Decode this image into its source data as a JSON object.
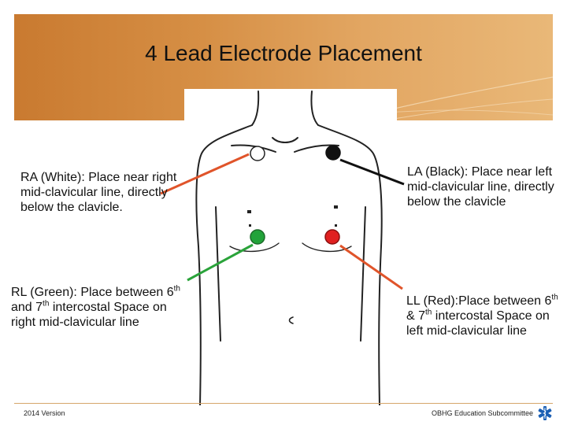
{
  "slide": {
    "title": "4 Lead Electrode Placement",
    "footer_left": "2014 Version",
    "footer_right": "OBHG Education Subcommittee"
  },
  "electrodes": [
    {
      "id": "RA",
      "color_name": "White",
      "fill": "#ffffff",
      "lead_color": "#e0542a"
    },
    {
      "id": "LA",
      "color_name": "Black",
      "fill": "#111111",
      "lead_color": "#111111"
    },
    {
      "id": "RL",
      "color_name": "Green",
      "fill": "#22a33a",
      "lead_color": "#2aa33a"
    },
    {
      "id": "LL",
      "color_name": "Red",
      "fill": "#e02020",
      "lead_color": "#e0542a"
    }
  ],
  "callouts": {
    "ra_text": "RA (White): Place near right mid-clavicular line,  directly below the clavicle.",
    "la_text": "LA (Black): Place near left mid-clavicular line, directly below the clavicle",
    "rl_a": "RL (Green): Place between 6",
    "rl_sup1": "th",
    "rl_b": " and 7",
    "rl_sup2": "th",
    "rl_c": " intercostal Space on right mid-clavicular line",
    "ll_a": "LL (Red):Place between 6",
    "ll_sup1": "th",
    "ll_b": " & 7",
    "ll_sup2": "th",
    "ll_c": " intercostal Space on left mid-clavicular line"
  },
  "colors": {
    "header_gradient_start": "#c97a30",
    "header_gradient_end": "#e9b878",
    "footer_rule": "#d6a66a",
    "icon_blue": "#1a5fb4"
  },
  "icons": {
    "footer": "star-of-life-icon"
  }
}
